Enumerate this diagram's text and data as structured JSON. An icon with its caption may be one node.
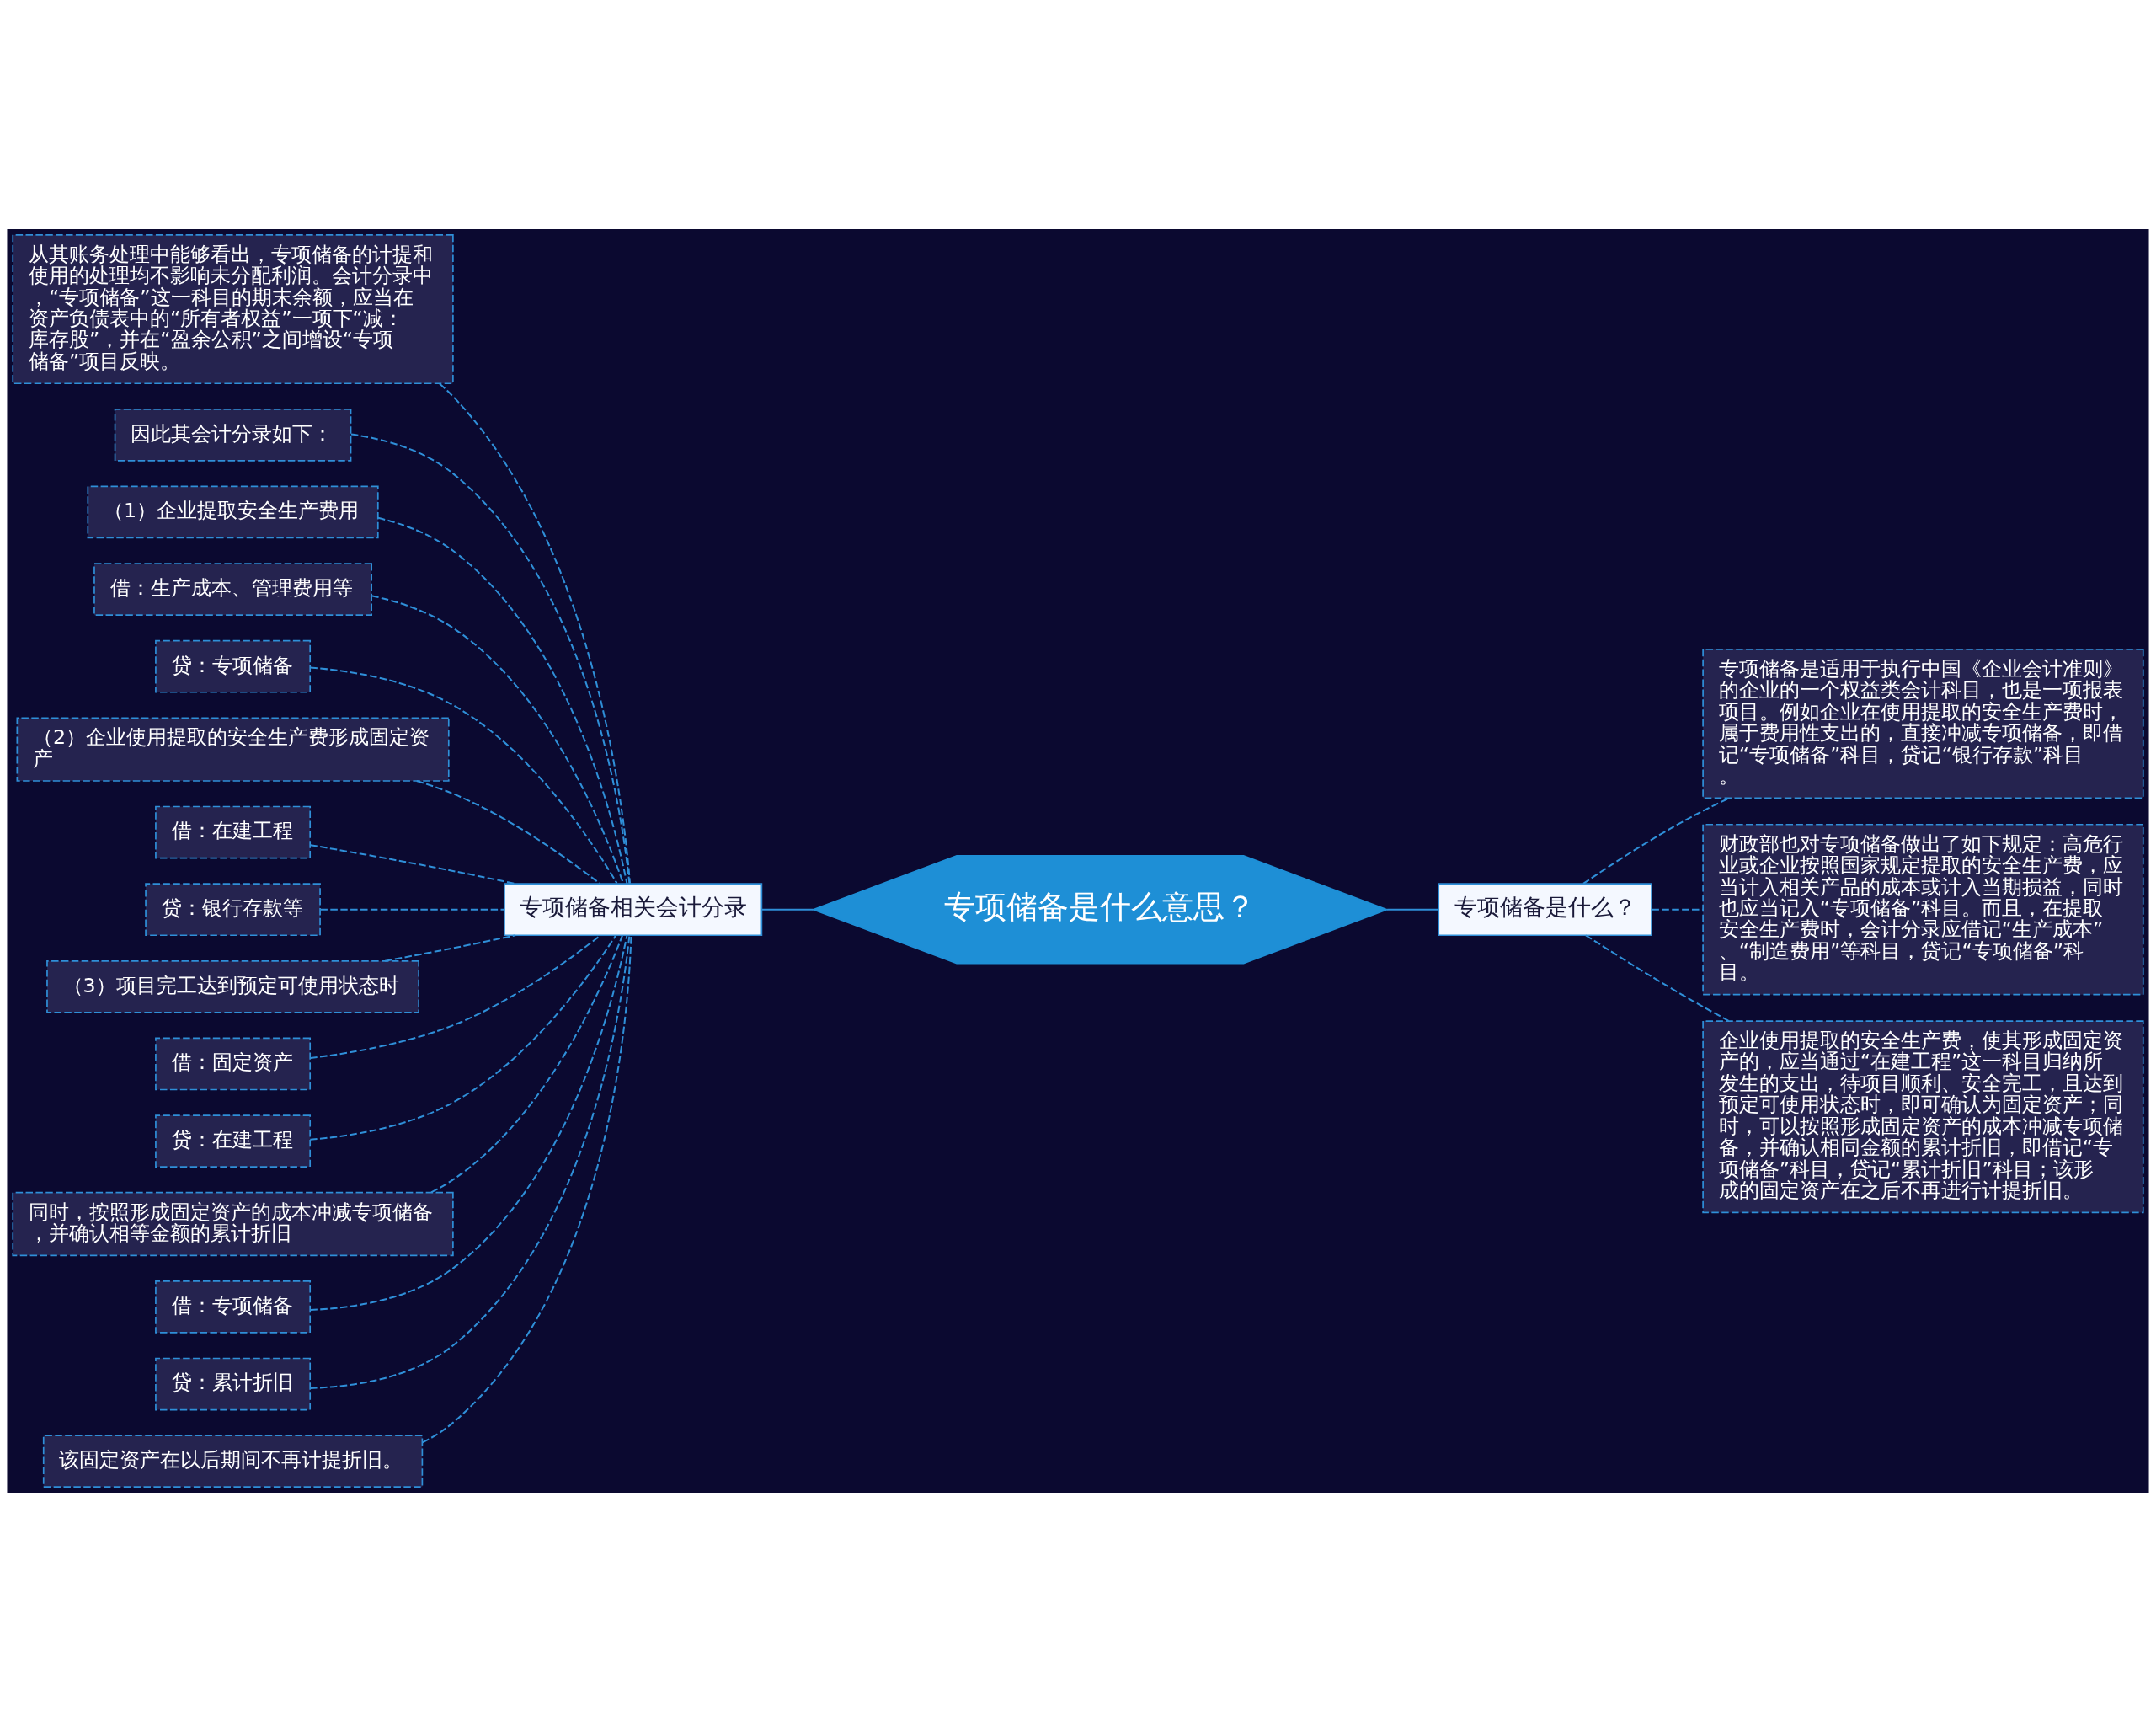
{
  "diagram": {
    "nodes": [
      {
        "text": [
          "专项储备是什么意思？"
        ]
      },
      {
        "text": [
          "专项储备相关会计分录"
        ]
      },
      {
        "text": [
          "从其账务处理中能够看出，专项储备的计提和使用的处理均不影响未分配利润。会计分录中，“专项储备”这一科目的期末余额，应当在资产负债表中的“所有者权益”一项下“减：库存股”，并在“盈余公积”之间增设“专项储备”项目反映。"
        ]
      },
      {
        "text": [
          "因此其会计分录如下："
        ]
      },
      {
        "text": [
          "（1）企业提取安全生产费用"
        ]
      },
      {
        "text": [
          "借：生产成本、管理费用等"
        ]
      },
      {
        "text": [
          "贷：专项储备"
        ]
      },
      {
        "text": [
          "（2）企业使用提取的安全生产费形成固定资产"
        ]
      },
      {
        "text": [
          "借：在建工程"
        ]
      },
      {
        "text": [
          "贷：银行存款等"
        ]
      },
      {
        "text": [
          "（3）项目完工达到预定可使用状态时"
        ]
      },
      {
        "text": [
          "借：固定资产"
        ]
      },
      {
        "text": [
          "贷：在建工程"
        ]
      },
      {
        "text": [
          "同时，按照形成固定资产的成本冲减专项储备，并确认相等金额的累计折旧"
        ]
      },
      {
        "text": [
          "借：专项储备"
        ]
      },
      {
        "text": [
          "贷：累计折旧"
        ]
      },
      {
        "text": [
          "该固定资产在以后期间不再计提折旧。"
        ]
      },
      {
        "text": [
          "专项储备是什么？"
        ]
      },
      {
        "text": [
          "专项储备是适用于执行中国《企业会计准则》的企业的一个权益类会计科目，也是一项报表项目。例如企业在使用提取的安全生产费时，属于费用性支出的，直接冲减专项储备，即借记“专项储备”科目，贷记“银行存款”科目。"
        ]
      },
      {
        "text": [
          "财政部也对专项储备做出了如下规定：高危行业或企业按照国家规定提取的安全生产费，应当计入相关产品的成本或计入当期损益，同时也应当记入“专项储备”科目。而且，在提取安全生产费时，会计分录应借记“生产成本”、“制造费用”等科目，贷记“专项储备”科目。"
        ]
      },
      {
        "text": [
          "企业使用提取的安全生产费，使其形成固定资产的，应当通过“在建工程”这一科目归纳所发生的支出，待项目顺利、安全完工，且达到预定可使用状态时，即可确认为固定资产；同时，可以按照形成固定资产的成本冲减专项储备，并确认相同金额的累计折旧，即借记“专项储备”科目，贷记“累计折旧”科目；该形成的固定资产在之后不再进行计提折旧。"
        ]
      }
    ],
    "edges": [
      {
        "from": 0,
        "to": 1,
        "arrow": "none"
      },
      {
        "from": 1,
        "to": 2,
        "arrow": "none",
        "style": "dashed"
      },
      {
        "from": 1,
        "to": 3,
        "arrow": "none",
        "style": "dashed"
      },
      {
        "from": 1,
        "to": 4,
        "arrow": "none",
        "style": "dashed"
      },
      {
        "from": 1,
        "to": 5,
        "arrow": "none",
        "style": "dashed"
      },
      {
        "from": 1,
        "to": 6,
        "arrow": "none",
        "style": "dashed"
      },
      {
        "from": 1,
        "to": 7,
        "arrow": "none",
        "style": "dashed"
      },
      {
        "from": 1,
        "to": 8,
        "arrow": "none",
        "style": "dashed"
      },
      {
        "from": 1,
        "to": 9,
        "arrow": "none",
        "style": "dashed"
      },
      {
        "from": 1,
        "to": 10,
        "arrow": "none",
        "style": "dashed"
      },
      {
        "from": 1,
        "to": 11,
        "arrow": "none",
        "style": "dashed"
      },
      {
        "from": 1,
        "to": 12,
        "arrow": "none",
        "style": "dashed"
      },
      {
        "from": 1,
        "to": 13,
        "arrow": "none",
        "style": "dashed"
      },
      {
        "from": 1,
        "to": 14,
        "arrow": "none",
        "style": "dashed"
      },
      {
        "from": 1,
        "to": 15,
        "arrow": "none",
        "style": "dashed"
      },
      {
        "from": 1,
        "to": 16,
        "arrow": "none",
        "style": "dashed"
      },
      {
        "from": 0,
        "to": 17,
        "arrow": "none"
      },
      {
        "from": 17,
        "to": 18,
        "arrow": "none",
        "style": "dashed"
      },
      {
        "from": 17,
        "to": 19,
        "arrow": "none",
        "style": "dashed"
      },
      {
        "from": 17,
        "to": 20,
        "arrow": "none",
        "style": "dashed"
      }
    ]
  }
}
